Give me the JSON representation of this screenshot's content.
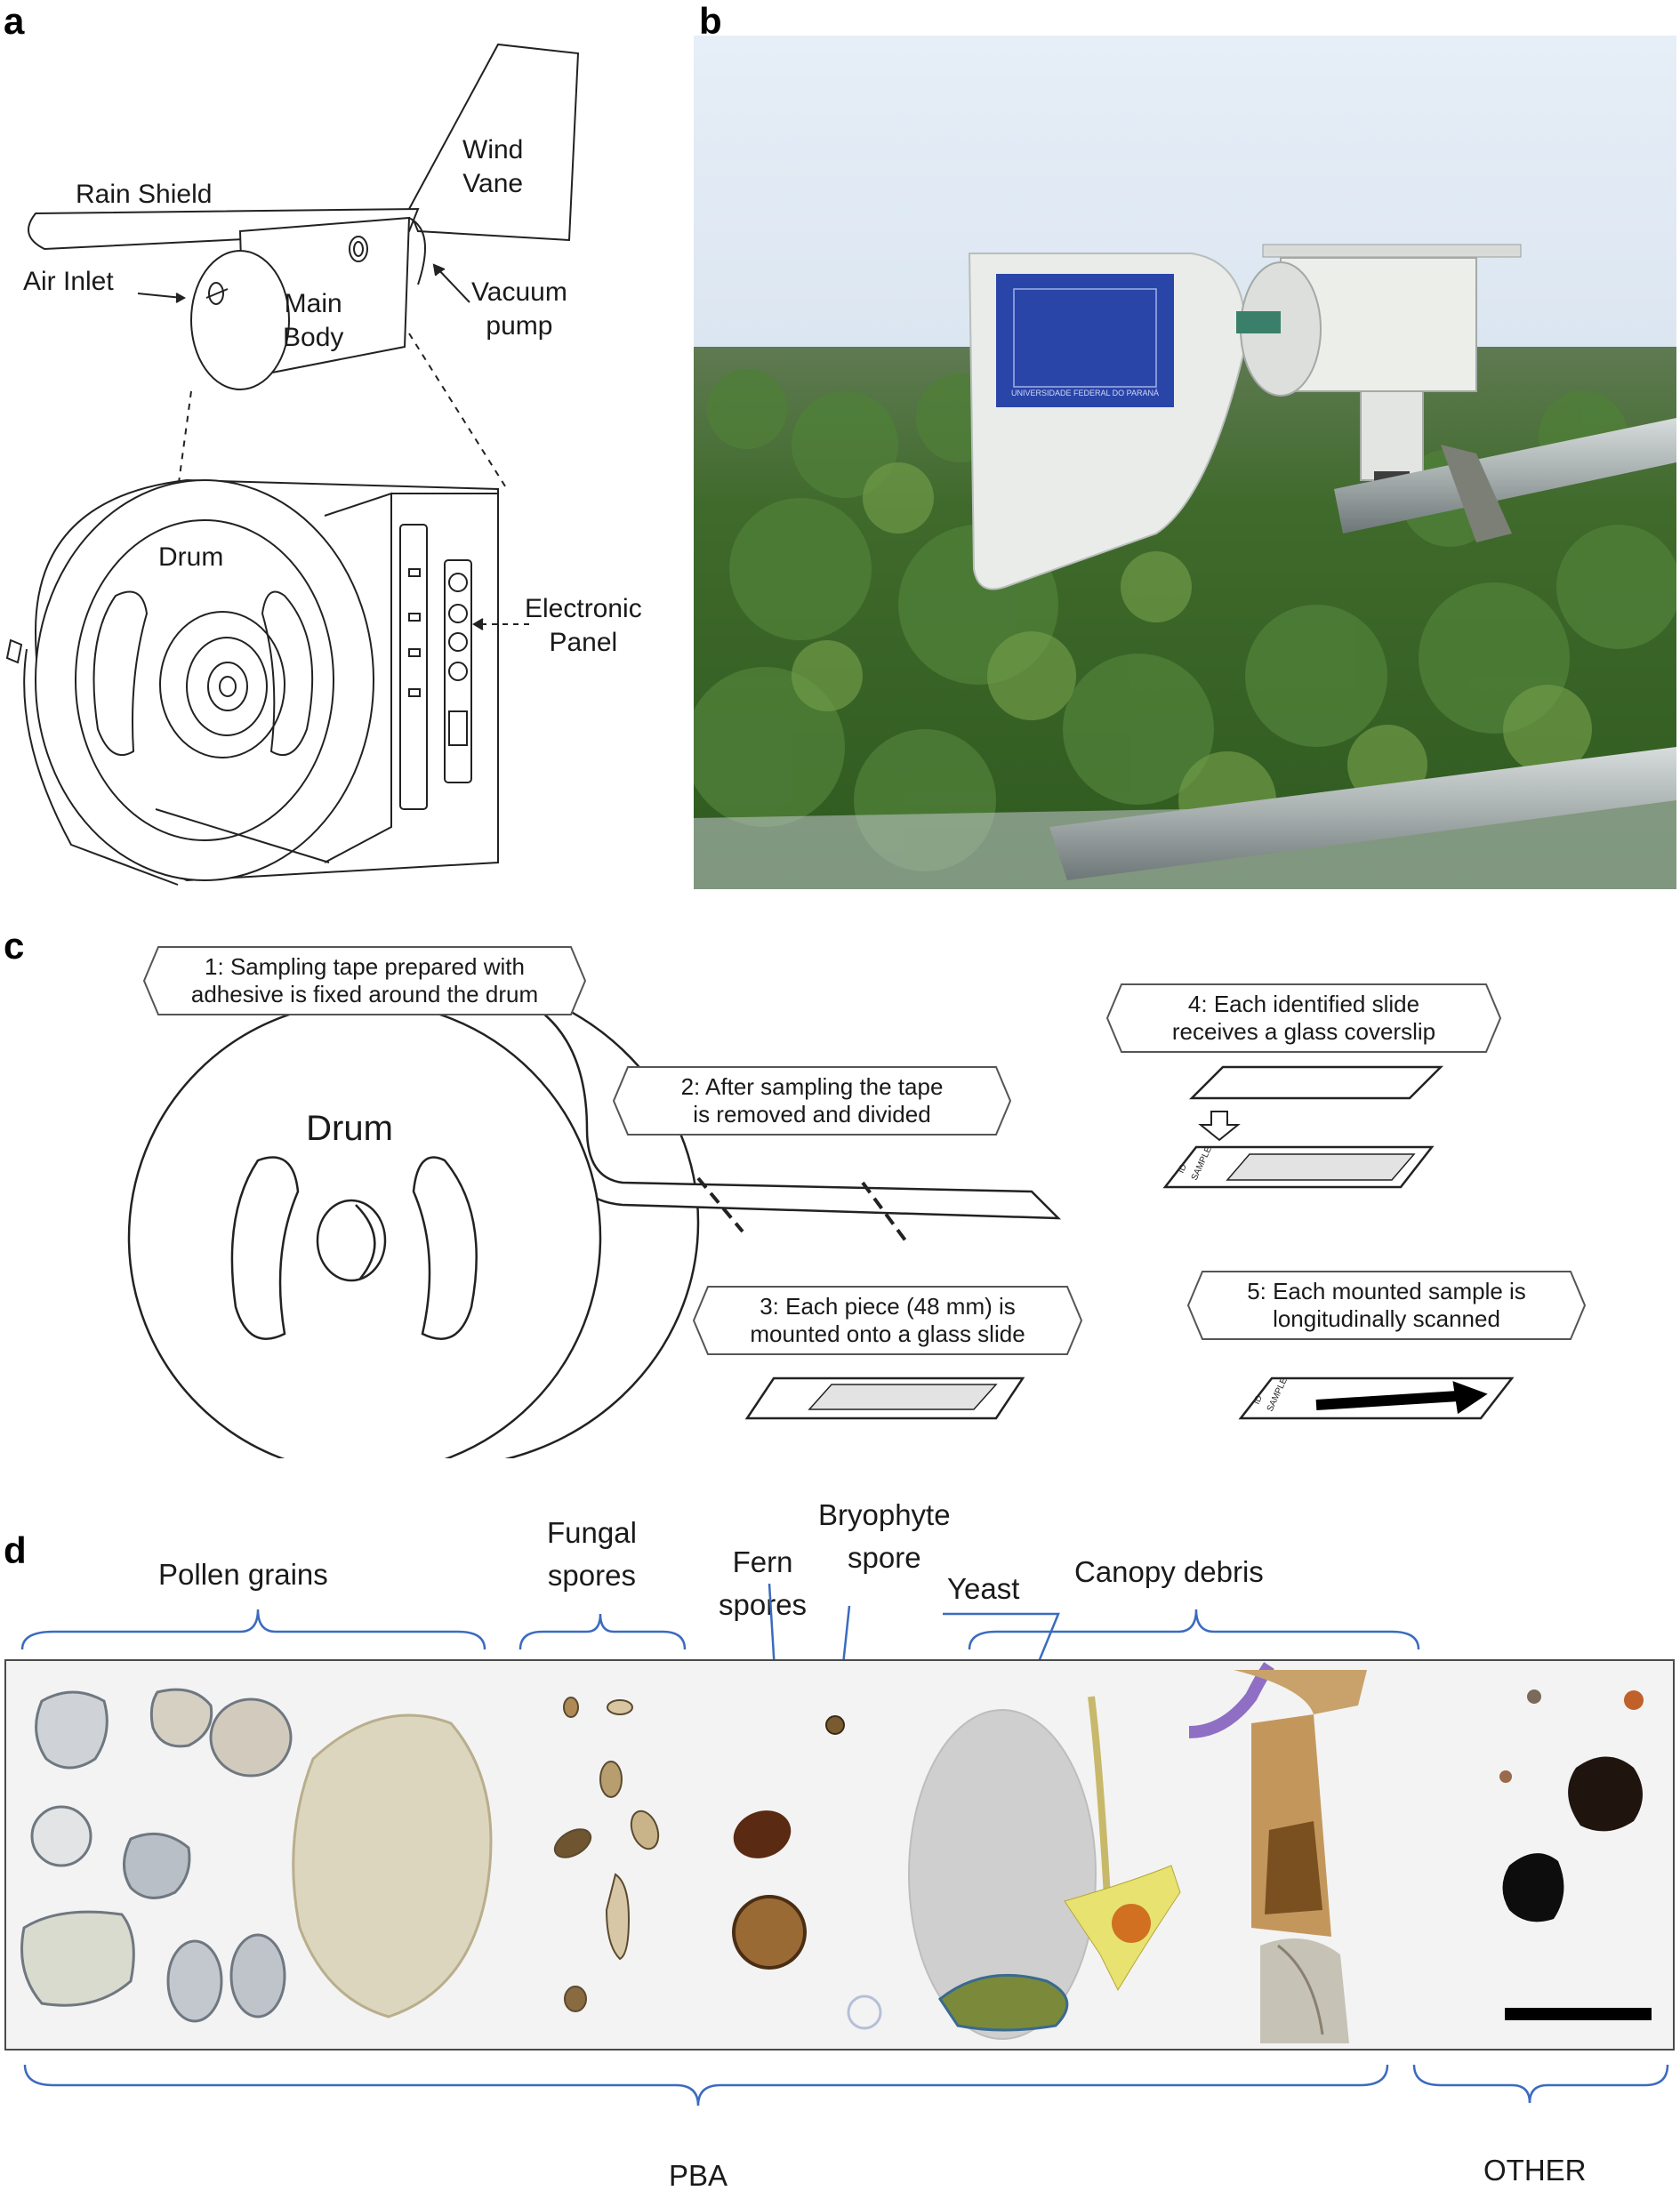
{
  "panels": {
    "a": "a",
    "b": "b",
    "c": "c",
    "d": "d"
  },
  "panel_a": {
    "labels": {
      "wind_vane": [
        "Wind",
        "Vane"
      ],
      "rain_shield": "Rain Shield",
      "air_inlet": "Air Inlet",
      "main_body": [
        "Main",
        "Body"
      ],
      "vacuum_pump": [
        "Vacuum",
        "pump"
      ],
      "drum": "Drum",
      "electronic_panel": [
        "Electronic",
        "Panel"
      ]
    }
  },
  "panel_b": {
    "sign_text": "UNIVERSIDADE FEDERAL DO PARANÁ"
  },
  "panel_c": {
    "drum_label": "Drum",
    "steps": [
      {
        "line1": "1: Sampling tape prepared with",
        "line2": "adhesive is fixed around the drum"
      },
      {
        "line1": "2: After sampling the tape",
        "line2": "is removed and divided"
      },
      {
        "line1": "3: Each piece (48 mm) is",
        "line2": "mounted onto a glass slide"
      },
      {
        "line1": "4: Each identified slide",
        "line2": "receives a glass coverslip"
      },
      {
        "line1": "5: Each mounted sample is",
        "line2": "longitudinally scanned"
      }
    ],
    "slide_label": [
      "ID",
      "SAMPLE"
    ]
  },
  "panel_d": {
    "groups": {
      "pollen": "Pollen grains",
      "fungal": [
        "Fungal",
        "spores"
      ],
      "fern": [
        "Fern",
        "spores"
      ],
      "bryophyte": [
        "Bryophyte",
        "spore"
      ],
      "yeast": "Yeast",
      "canopy": "Canopy debris",
      "pba": "PBA",
      "other": "OTHER"
    },
    "colors": {
      "brace": "#3b6bbf",
      "strip_bg": "#f3f3f3"
    }
  }
}
